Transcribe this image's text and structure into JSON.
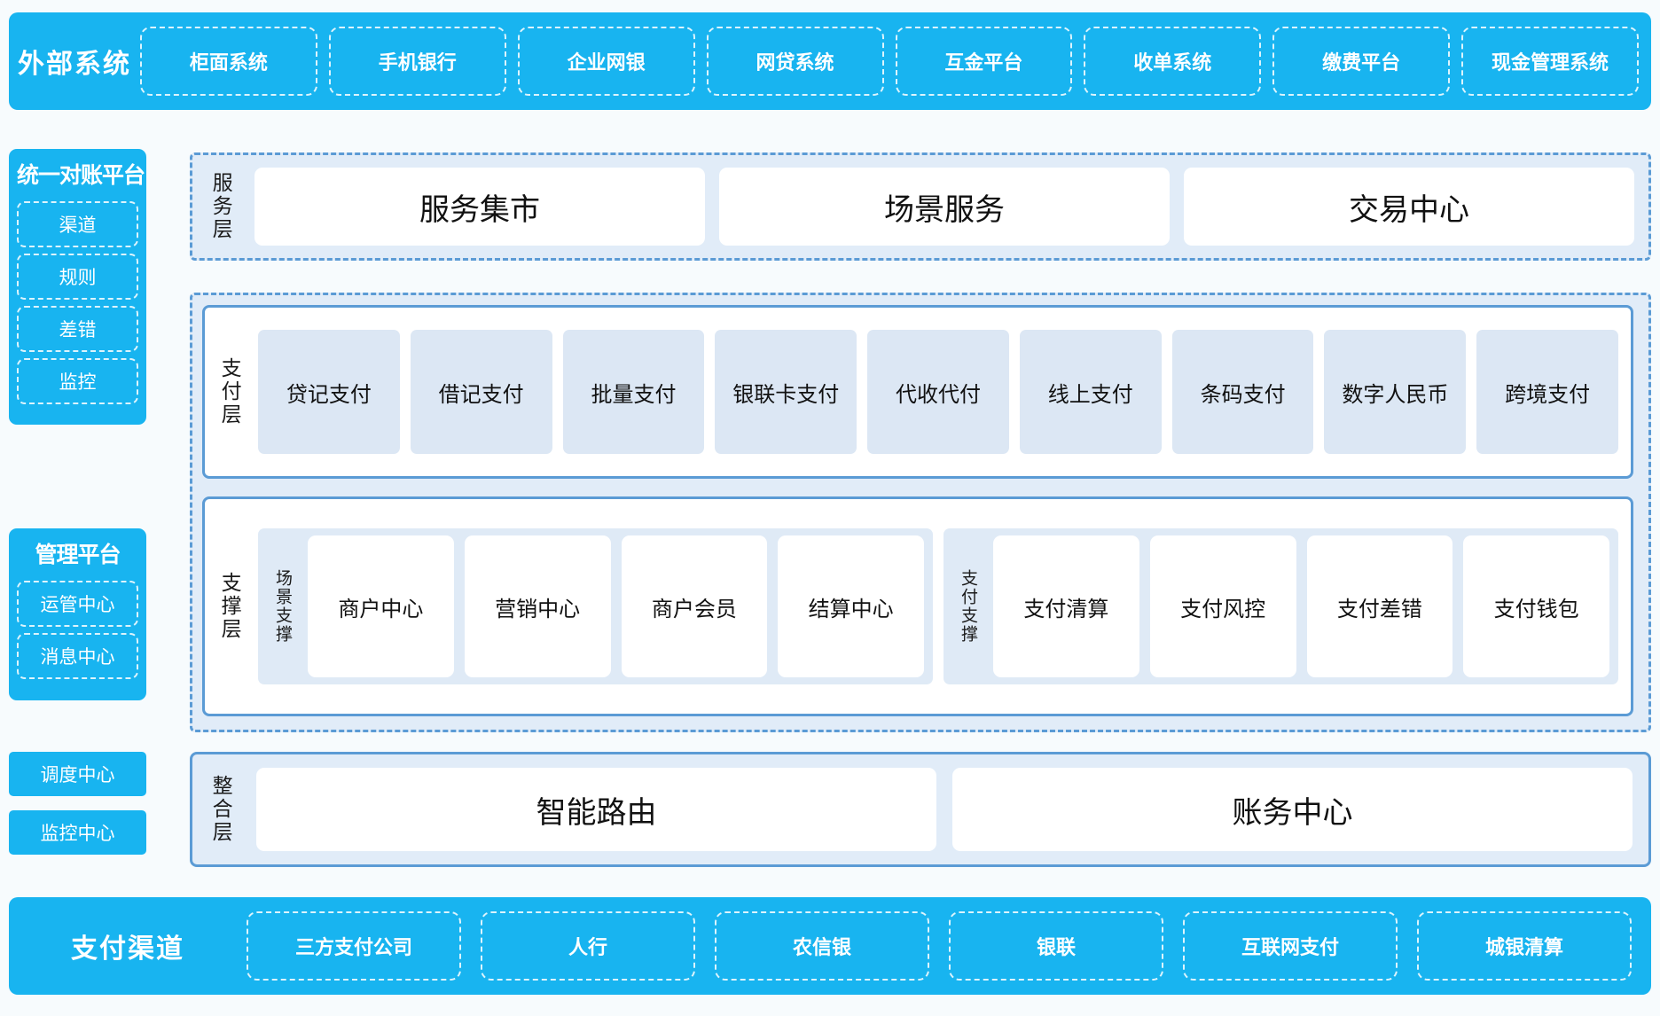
{
  "external_systems": {
    "title": "外部系统",
    "items": [
      "柜面系统",
      "手机银行",
      "企业网银",
      "网贷系统",
      "互金平台",
      "收单系统",
      "缴费平台",
      "现金管理系统"
    ]
  },
  "left_rail": {
    "reconciliation": {
      "title": "统一对账平台",
      "items": [
        "渠道",
        "规则",
        "差错",
        "监控"
      ]
    },
    "management": {
      "title": "管理平台",
      "items": [
        "运管中心",
        "消息中心"
      ]
    },
    "standalone": [
      "调度中心",
      "监控中心"
    ]
  },
  "service_layer": {
    "label": "服务层",
    "items": [
      "服务集市",
      "场景服务",
      "交易中心"
    ]
  },
  "payment_layer": {
    "label": "支付层",
    "items": [
      "贷记支付",
      "借记支付",
      "批量支付",
      "银联卡支付",
      "代收代付",
      "线上支付",
      "条码支付",
      "数字人民币",
      "跨境支付"
    ]
  },
  "support_layer": {
    "label": "支撑层",
    "groups": [
      {
        "label": "场景支撑",
        "items": [
          "商户中心",
          "营销中心",
          "商户会员",
          "结算中心"
        ]
      },
      {
        "label": "支付支撑",
        "items": [
          "支付清算",
          "支付风控",
          "支付差错",
          "支付钱包"
        ]
      }
    ]
  },
  "integration_layer": {
    "label": "整合层",
    "items": [
      "智能路由",
      "账务中心"
    ]
  },
  "payment_channels": {
    "title": "支付渠道",
    "items": [
      "三方支付公司",
      "人行",
      "农信银",
      "银联",
      "互联网支付",
      "城银清算"
    ]
  },
  "colors": {
    "cyan": "#18b4f0",
    "panel_blue": "#5b9bd5",
    "panel_fill": "#e1ecf8",
    "tile_fill": "#dce7f4",
    "page_bg": "#f7fbfd"
  }
}
